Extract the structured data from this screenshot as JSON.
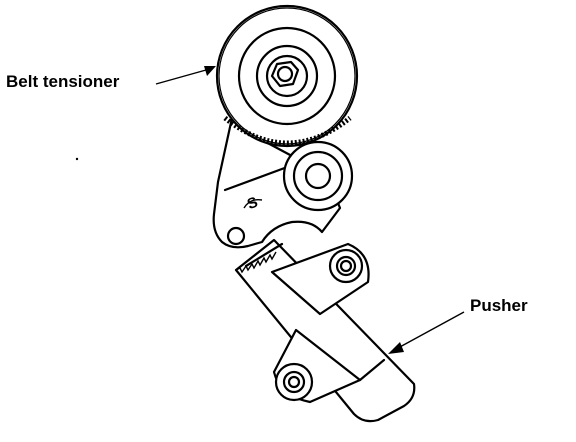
{
  "diagram": {
    "labels": {
      "belt_tensioner": "Belt tensioner",
      "pusher": "Pusher"
    },
    "bracket_mark": "S"
  }
}
